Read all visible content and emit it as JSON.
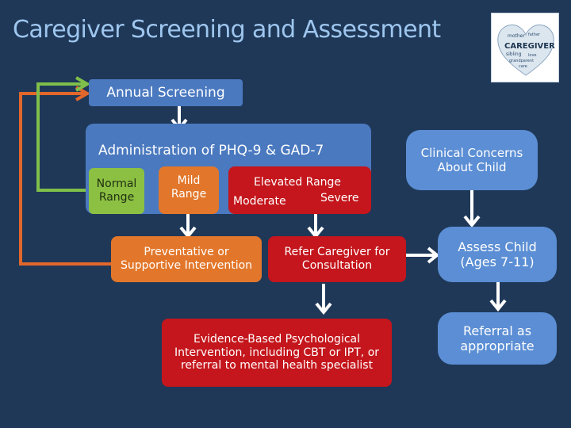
{
  "slide": {
    "title": "Caregiver Screening and Assessment",
    "logo_words": [
      "CAREGIVER",
      "mother",
      "sibling",
      "father",
      "grandparent",
      "care",
      "love"
    ]
  },
  "nodes": {
    "annual_screening": "Annual Screening",
    "administration": "Administration of PHQ-9 & GAD-7",
    "normal_range": "Normal Range",
    "mild_range": "Mild Range",
    "elevated_range": "Elevated Range",
    "moderate": "Moderate",
    "severe": "Severe",
    "preventative": "Preventative or Supportive Intervention",
    "refer_caregiver": "Refer Caregiver for Consultation",
    "evidence_based": "Evidence-Based Psychological Intervention, including CBT or IPT, or referral to mental health specialist",
    "clinical_concerns": "Clinical Concerns About Child",
    "assess_child": "Assess Child (Ages 7-11)",
    "referral": "Referral as appropriate"
  },
  "colors": {
    "background": "#1f3858",
    "title": "#9ec6ee",
    "blue_box": "#4a79bf",
    "orange_box": "#e2772b",
    "red_box": "#c4161c",
    "green_box": "#8cc043",
    "arrow_green": "#7fbf4a",
    "arrow_orange": "#e2672b",
    "arrow_white": "#ffffff"
  }
}
